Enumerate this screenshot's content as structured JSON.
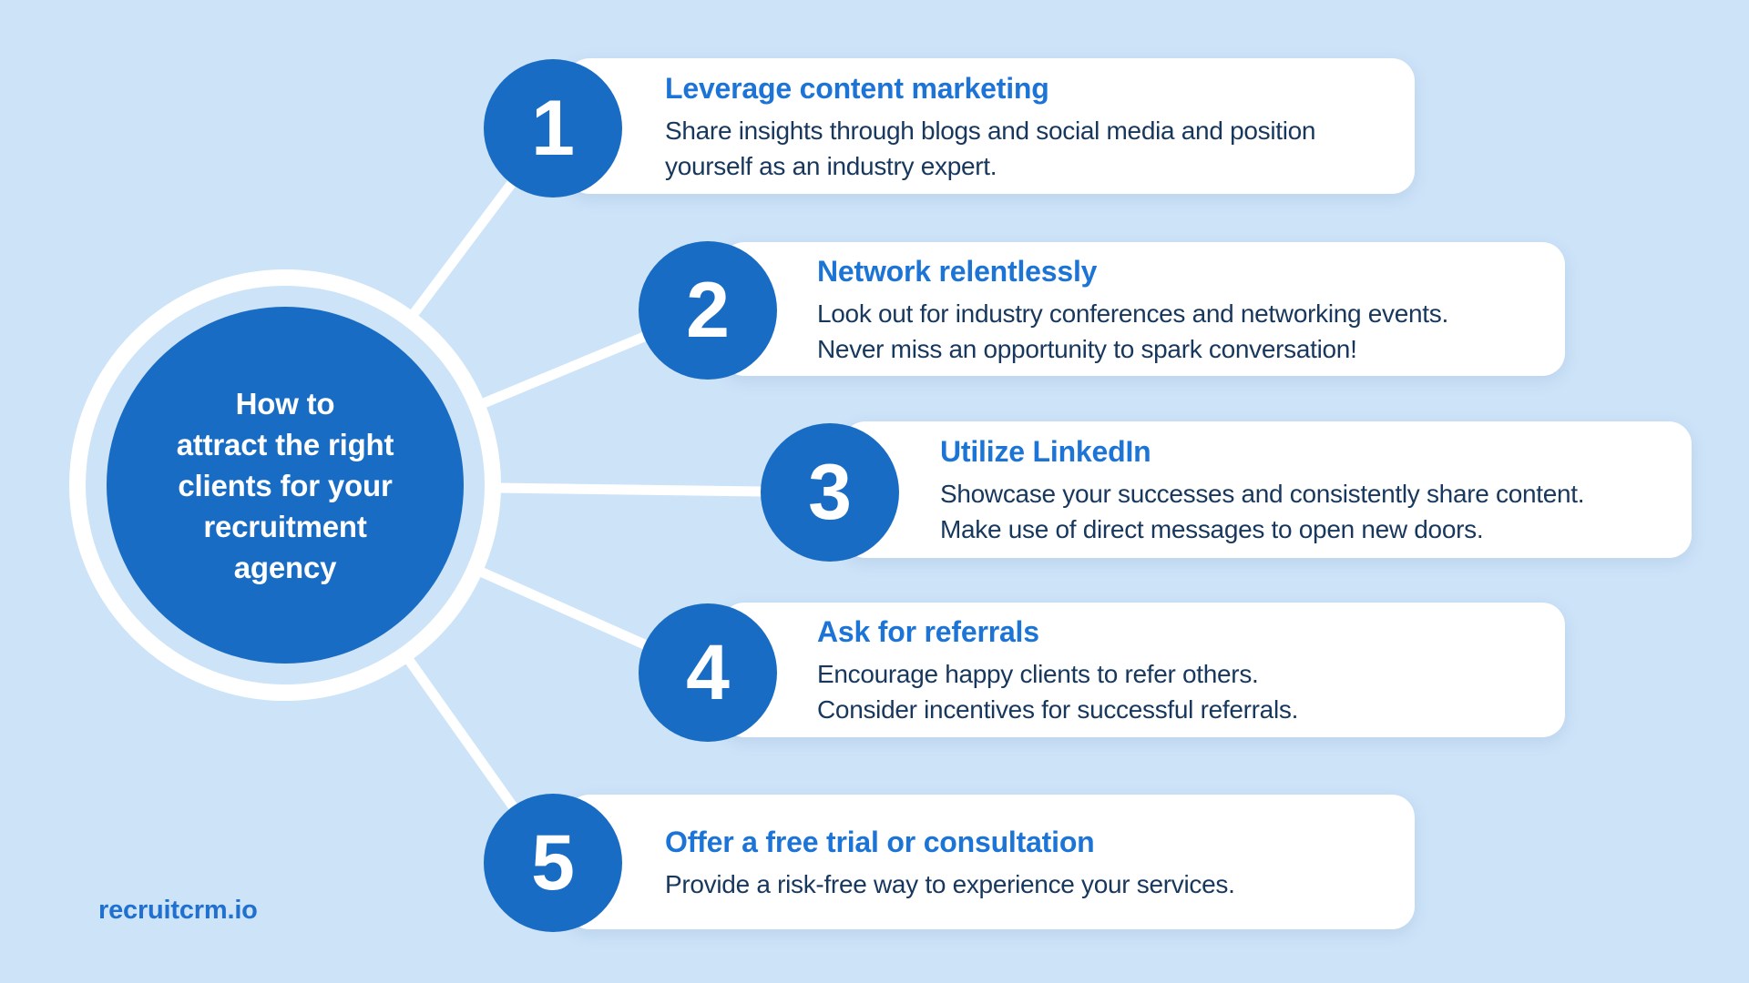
{
  "hub": {
    "title_lines": [
      "How to",
      "attract the right",
      "clients for your",
      "recruitment",
      "agency"
    ],
    "full_title": "How to attract the right clients for your recruitment agency"
  },
  "steps": [
    {
      "number": "1",
      "title": "Leverage content marketing",
      "body_lines": [
        "Share insights through blogs and social media and position",
        "yourself as an industry expert."
      ]
    },
    {
      "number": "2",
      "title": "Network relentlessly",
      "body_lines": [
        "Look out for industry conferences and networking events.",
        "Never miss an opportunity to spark conversation!"
      ]
    },
    {
      "number": "3",
      "title": "Utilize LinkedIn",
      "body_lines": [
        "Showcase your successes and consistently share content.",
        "Make use of direct messages to open new doors."
      ]
    },
    {
      "number": "4",
      "title": "Ask for referrals",
      "body_lines": [
        "Encourage happy clients to refer others.",
        "Consider incentives for successful referrals."
      ]
    },
    {
      "number": "5",
      "title": "Offer a free trial or consultation",
      "body_lines": [
        "Provide a risk-free way to experience your services."
      ]
    }
  ],
  "logo": {
    "text": "recruitcrm.io"
  },
  "colors": {
    "background": "#CDE3F8",
    "card_background": "#FFFFFF",
    "accent_blue": "#186CC4",
    "title_blue": "#1C74D6",
    "body_navy": "#17375D",
    "logo_blue": "#2071CF",
    "connector_white": "#FFFFFF"
  }
}
